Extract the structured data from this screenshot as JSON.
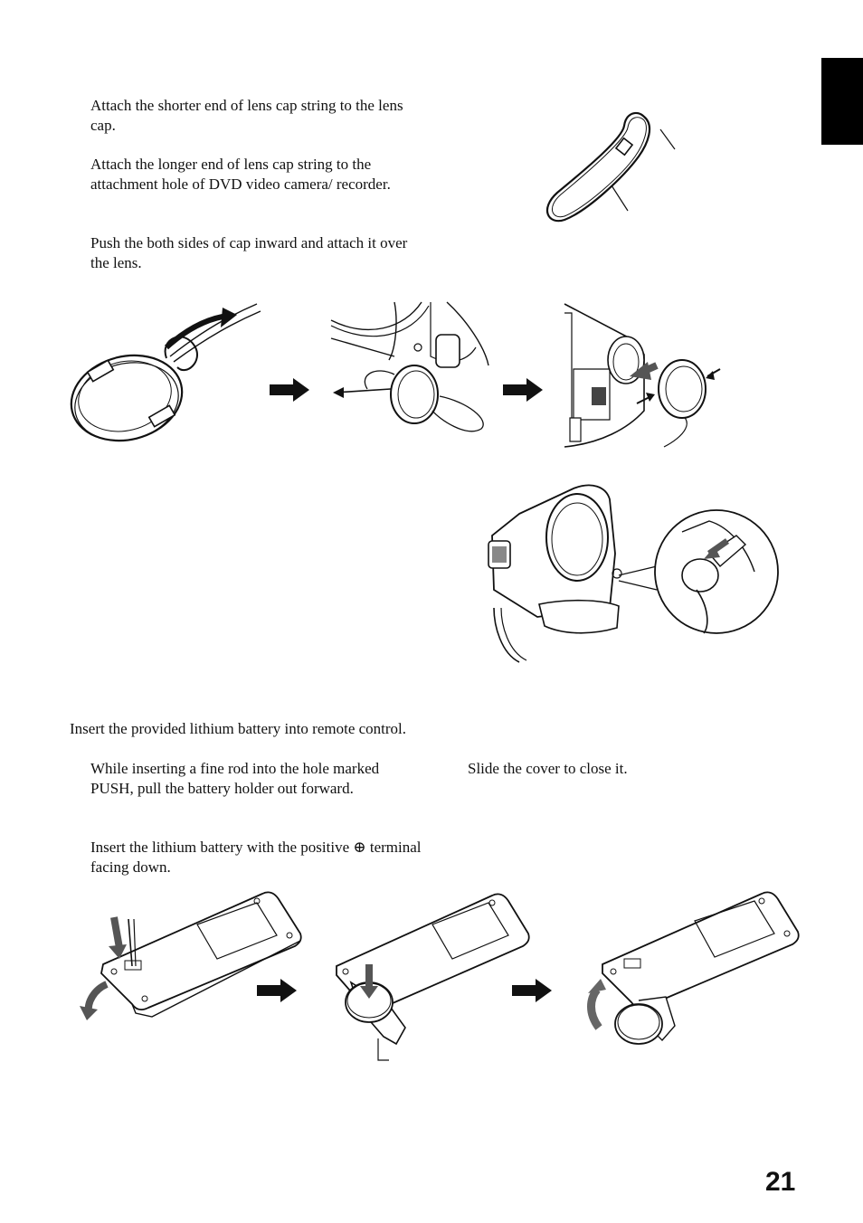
{
  "lens_cap": {
    "step1": "Attach the shorter end of lens cap string to the lens cap.",
    "step2": "Attach the longer end of lens cap string to the attachment hole of DVD video camera/ recorder.",
    "step3": "Push the both sides of cap inward and attach it over the lens."
  },
  "remote": {
    "intro": "Insert the provided lithium battery into remote control.",
    "step1": "While inserting a fine rod into the hole marked PUSH, pull the battery holder out forward.",
    "step2_before": "Insert the lithium battery with the positive",
    "step2_symbol": "⊕",
    "step2_after": "terminal facing down.",
    "step3": "Slide the cover to close it."
  },
  "page_number": "21"
}
